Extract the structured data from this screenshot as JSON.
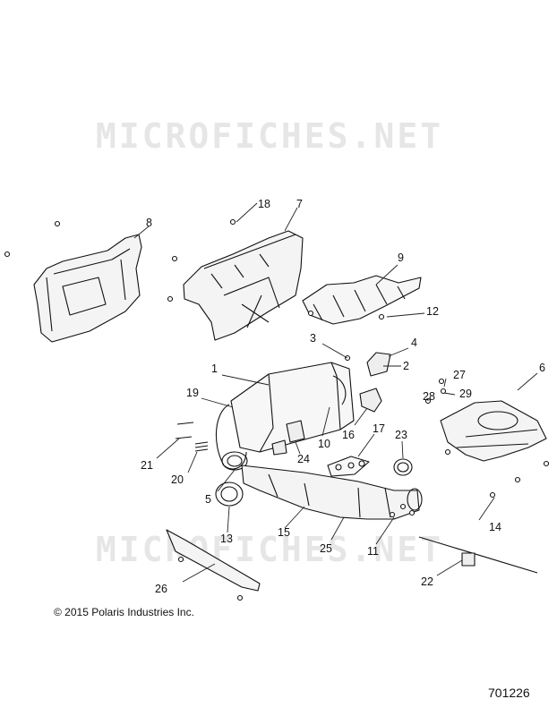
{
  "watermark": "MICROFICHES.NET",
  "copyright": "© 2015 Polaris Industries Inc.",
  "diagram_id": "701226",
  "callouts": [
    {
      "id": "1",
      "label": "1"
    },
    {
      "id": "2",
      "label": "2"
    },
    {
      "id": "3",
      "label": "3"
    },
    {
      "id": "4",
      "label": "4"
    },
    {
      "id": "5",
      "label": "5"
    },
    {
      "id": "6",
      "label": "6"
    },
    {
      "id": "7",
      "label": "7"
    },
    {
      "id": "8",
      "label": "8"
    },
    {
      "id": "9",
      "label": "9"
    },
    {
      "id": "10",
      "label": "10"
    },
    {
      "id": "11",
      "label": "11"
    },
    {
      "id": "12",
      "label": "12"
    },
    {
      "id": "13",
      "label": "13"
    },
    {
      "id": "14",
      "label": "14"
    },
    {
      "id": "15",
      "label": "15"
    },
    {
      "id": "16",
      "label": "16"
    },
    {
      "id": "17",
      "label": "17"
    },
    {
      "id": "18",
      "label": "18"
    },
    {
      "id": "19",
      "label": "19"
    },
    {
      "id": "20",
      "label": "20"
    },
    {
      "id": "21",
      "label": "21"
    },
    {
      "id": "22",
      "label": "22"
    },
    {
      "id": "23",
      "label": "23"
    },
    {
      "id": "24",
      "label": "24"
    },
    {
      "id": "25",
      "label": "25"
    },
    {
      "id": "26",
      "label": "26"
    },
    {
      "id": "27",
      "label": "27"
    },
    {
      "id": "28",
      "label": "28"
    },
    {
      "id": "29",
      "label": "29"
    }
  ]
}
